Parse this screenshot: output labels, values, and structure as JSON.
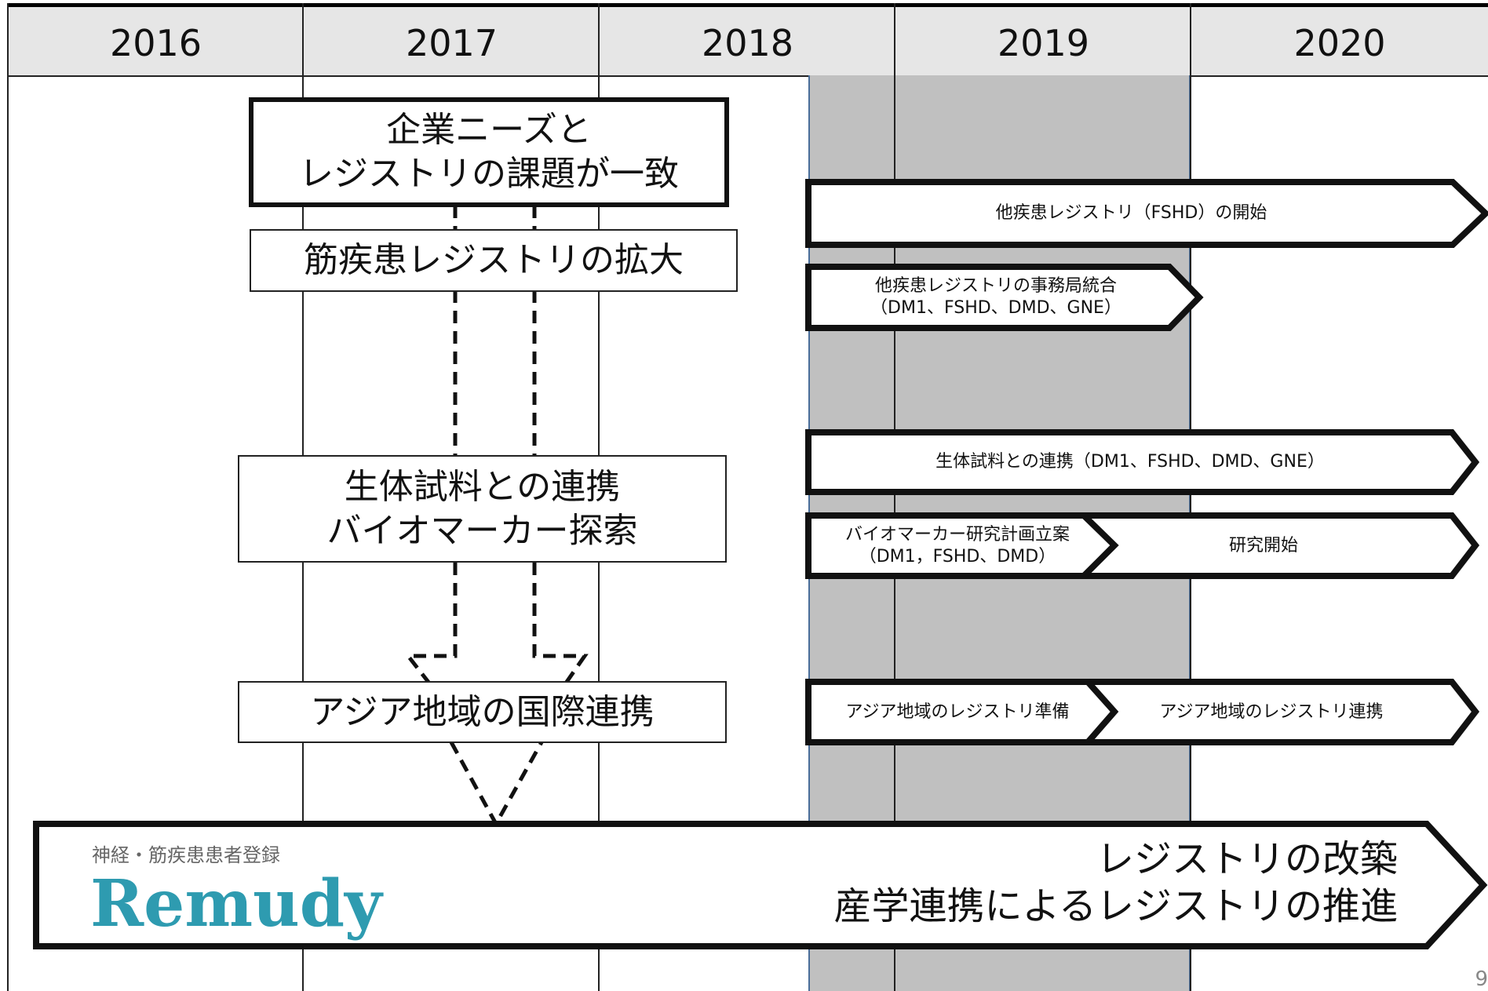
{
  "years": [
    "2016",
    "2017",
    "2018",
    "2019",
    "2020"
  ],
  "left_boxes": {
    "needs_match": "企業ニーズと\nレジストリの課題が一致",
    "registry_expansion": "筋疾患レジストリの拡大",
    "biomaterial": "生体試料との連携\nバイオマーカー探索",
    "asia": "アジア地域の国際連携"
  },
  "arrows": {
    "fshd_start": "他疾患レジストリ（FSHD）の開始",
    "secretariat": "他疾患レジストリの事務局統合\n（DM1、FSHD、DMD、GNE）",
    "biosample": "生体試料との連携（DM1、FSHD、DMD、GNE）",
    "biomarker_plan": "バイオマーカー研究計画立案\n（DM1，FSHD、DMD）",
    "research_start": "研究開始",
    "asia_prep": "アジア地域のレジストリ準備",
    "asia_link": "アジア地域のレジストリ連携"
  },
  "remudy": {
    "logo_caption": "神経・筋疾患患者登録",
    "logo_word": "Remudy",
    "logo_color": "#2e9bb0",
    "line1": "レジストリの改築",
    "line2": "産学連携によるレジストリの推進"
  },
  "page_number": "9"
}
